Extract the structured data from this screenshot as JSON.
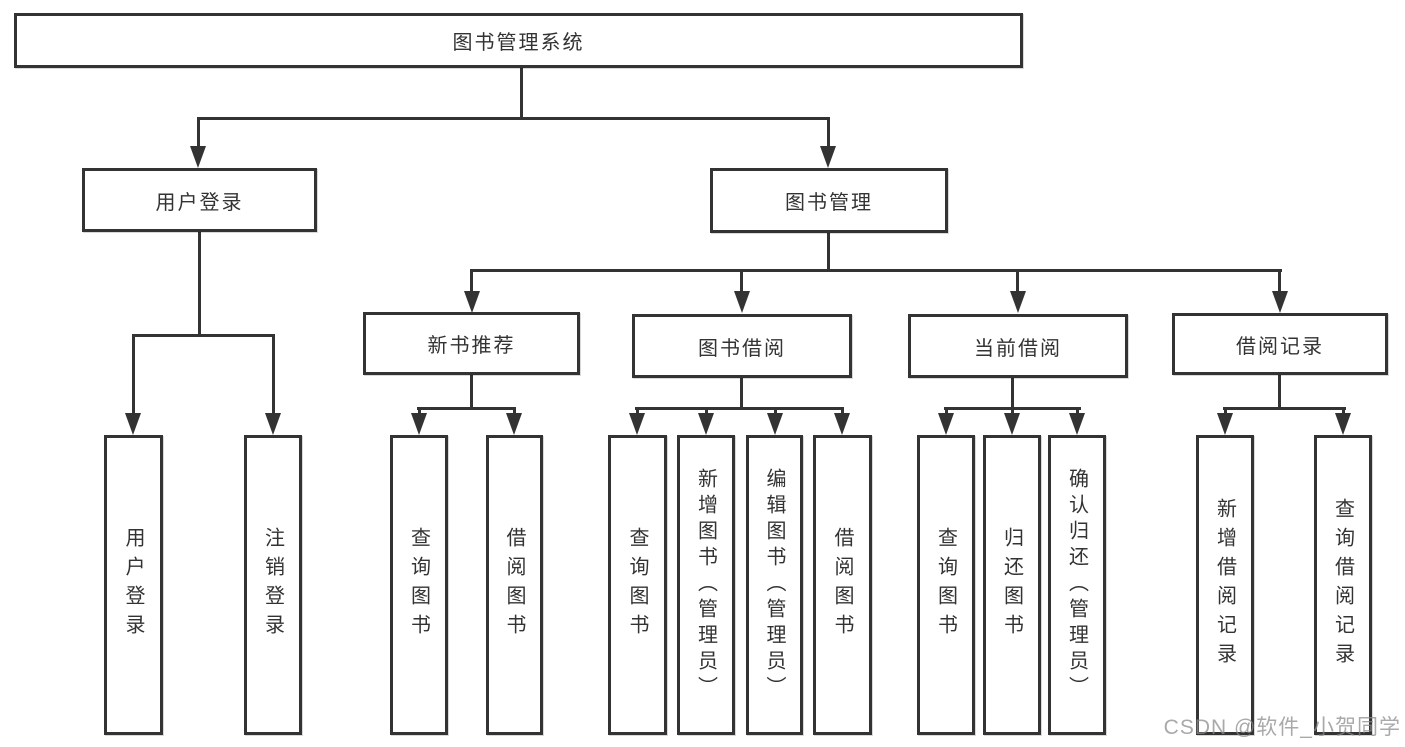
{
  "diagram_title": "图书管理系统",
  "nodes": {
    "root": "图书管理系统",
    "user_login": "用户登录",
    "book_management": "图书管理",
    "new_book_rec": "新书推荐",
    "book_borrowing": "图书借阅",
    "current_borrowing": "当前借阅",
    "borrowing_records": "借阅记录",
    "leaf_user_login": "用户登录",
    "leaf_logout": "注销登录",
    "leaf_rec_query_book": "查询图书",
    "leaf_rec_borrow_book": "借阅图书",
    "leaf_bb_query_book": "查询图书",
    "leaf_bb_add_book": "新增图书（管理员）",
    "leaf_bb_edit_book": "编辑图书（管理员）",
    "leaf_bb_borrow_book": "借阅图书",
    "leaf_cb_query_book": "查询图书",
    "leaf_cb_return_book": "归还图书",
    "leaf_cb_confirm_return": "确认归还（管理员）",
    "leaf_br_add_record": "新增借阅记录",
    "leaf_br_query_record": "查询借阅记录"
  },
  "structure": {
    "图书管理系统": {
      "用户登录": [
        "用户登录",
        "注销登录"
      ],
      "图书管理": {
        "新书推荐": [
          "查询图书",
          "借阅图书"
        ],
        "图书借阅": [
          "查询图书",
          "新增图书（管理员）",
          "编辑图书（管理员）",
          "借阅图书"
        ],
        "当前借阅": [
          "查询图书",
          "归还图书",
          "确认归还（管理员）"
        ],
        "借阅记录": [
          "新增借阅记录",
          "查询借阅记录"
        ]
      }
    }
  },
  "watermark": "CSDN @软件_小贺同学",
  "colors": {
    "line": "#333333",
    "text": "#333333",
    "box_fill": "#ffffff",
    "background": "#ffffff",
    "watermark": "#8c8c8c"
  }
}
